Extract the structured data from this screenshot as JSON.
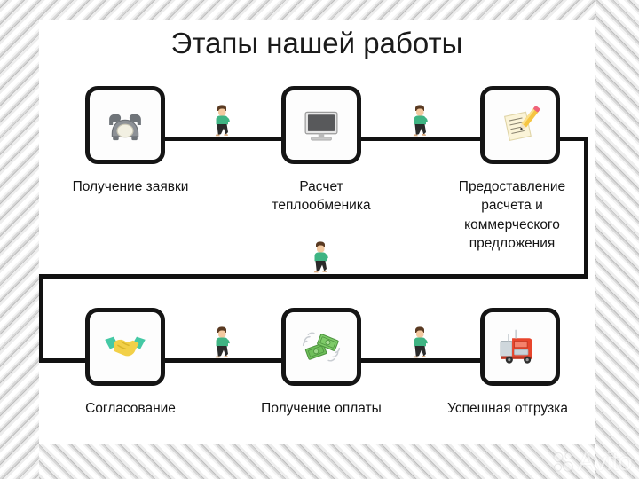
{
  "document": {
    "title": "Этапы нашей работы",
    "type": "process-flow-diagram",
    "language": "ru"
  },
  "colors": {
    "box_border": "#151515",
    "connector": "#111111",
    "title_text": "#1b1b1b",
    "caption_text": "#141414",
    "canvas_background": "#ffffff",
    "frame_texture": "#e8e8e8",
    "walker_shirt": "#3fb483",
    "walker_pants": "#2a2a2a",
    "walker_hair": "#5a3a22",
    "walker_skin": "#f3c9a0",
    "truck_body": "#e8452c",
    "money_green": "#6fbf5a",
    "handshake_yellow": "#f2d048",
    "pencil_yellow": "#f5c542",
    "phone_gray": "#8d9196",
    "monitor_gray": "#58595b"
  },
  "steps": [
    {
      "index": 1,
      "icon": "telephone-icon",
      "caption_lines": [
        "Получение заявки"
      ],
      "row": 1
    },
    {
      "index": 2,
      "icon": "desktop-computer-icon",
      "caption_lines": [
        "Расчет",
        "теплообменика"
      ],
      "row": 1
    },
    {
      "index": 3,
      "icon": "memo-with-pencil-icon",
      "caption_lines": [
        "Предоставление",
        "расчета и",
        "коммерческого",
        "предложения"
      ],
      "row": 1
    },
    {
      "index": 4,
      "icon": "handshake-icon",
      "caption_lines": [
        "Согласование"
      ],
      "row": 2
    },
    {
      "index": 5,
      "icon": "money-with-wings-icon",
      "caption_lines": [
        "Получение оплаты"
      ],
      "row": 2
    },
    {
      "index": 6,
      "icon": "delivery-truck-icon",
      "caption_lines": [
        "Успешная отгрузка"
      ],
      "row": 2
    }
  ],
  "walkers": [
    {
      "id": 1,
      "between": "step-1-to-step-2"
    },
    {
      "id": 2,
      "between": "step-2-to-step-3"
    },
    {
      "id": 3,
      "between": "step-3-to-step-4"
    },
    {
      "id": 4,
      "between": "step-4-to-step-5"
    },
    {
      "id": 5,
      "between": "step-5-to-step-6"
    }
  ],
  "watermark": {
    "text": "Avito"
  }
}
